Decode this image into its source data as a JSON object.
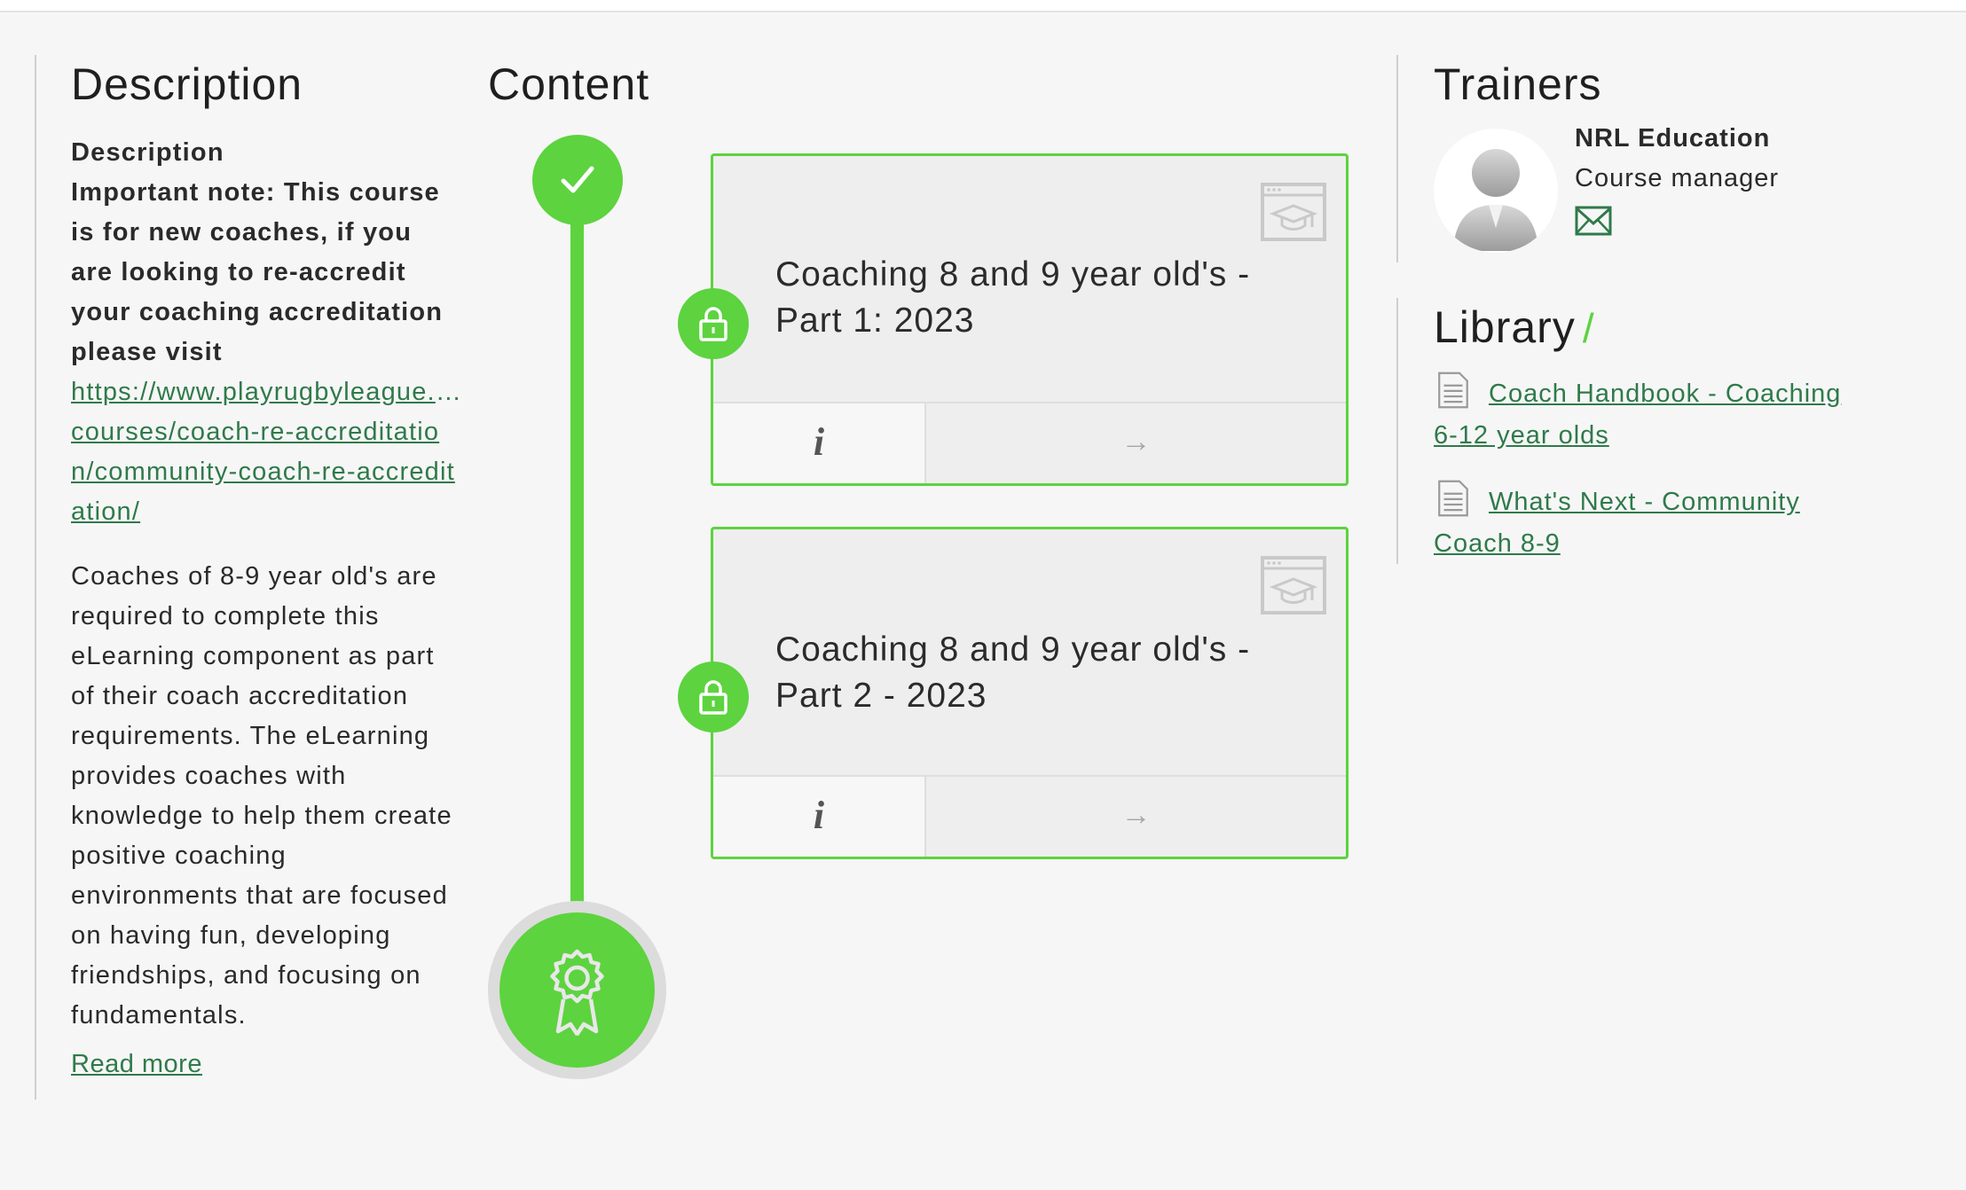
{
  "description": {
    "heading": "Description",
    "subheading": "Description",
    "note": "Important note: This course is for new coaches, if you are looking to re-accredit your coaching accreditation please visit",
    "link_line1": "https://www.playrugbyleague.com/",
    "link_rest": "courses/coach-re-accreditation/community-coach-re-accreditation/",
    "body": "Coaches of 8-9 year old's are required to complete this eLearning component as part of their coach accreditation requirements. The eLearning provides coaches with knowledge to help them create positive coaching environments that are focused on having fun, developing friendships, and focusing on fundamentals.",
    "read_more": "Read more"
  },
  "content": {
    "heading": "Content",
    "cards": [
      {
        "title": "Coaching 8 and 9 year old's - Part 1: 2023",
        "info": "i",
        "arrow": "→"
      },
      {
        "title": "Coaching 8 and 9 year old's - Part 2 - 2023",
        "info": "i",
        "arrow": "→"
      }
    ]
  },
  "trainers": {
    "heading": "Trainers",
    "name": "NRL Education",
    "role": "Course manager"
  },
  "library": {
    "heading": "Library",
    "slash": "/",
    "items": [
      {
        "label": "Coach Handbook - Coaching 6-12 year olds"
      },
      {
        "label": "What's Next - Community Coach 8-9"
      }
    ]
  },
  "colors": {
    "accent": "#5dd33f",
    "link": "#2f7a4a"
  }
}
